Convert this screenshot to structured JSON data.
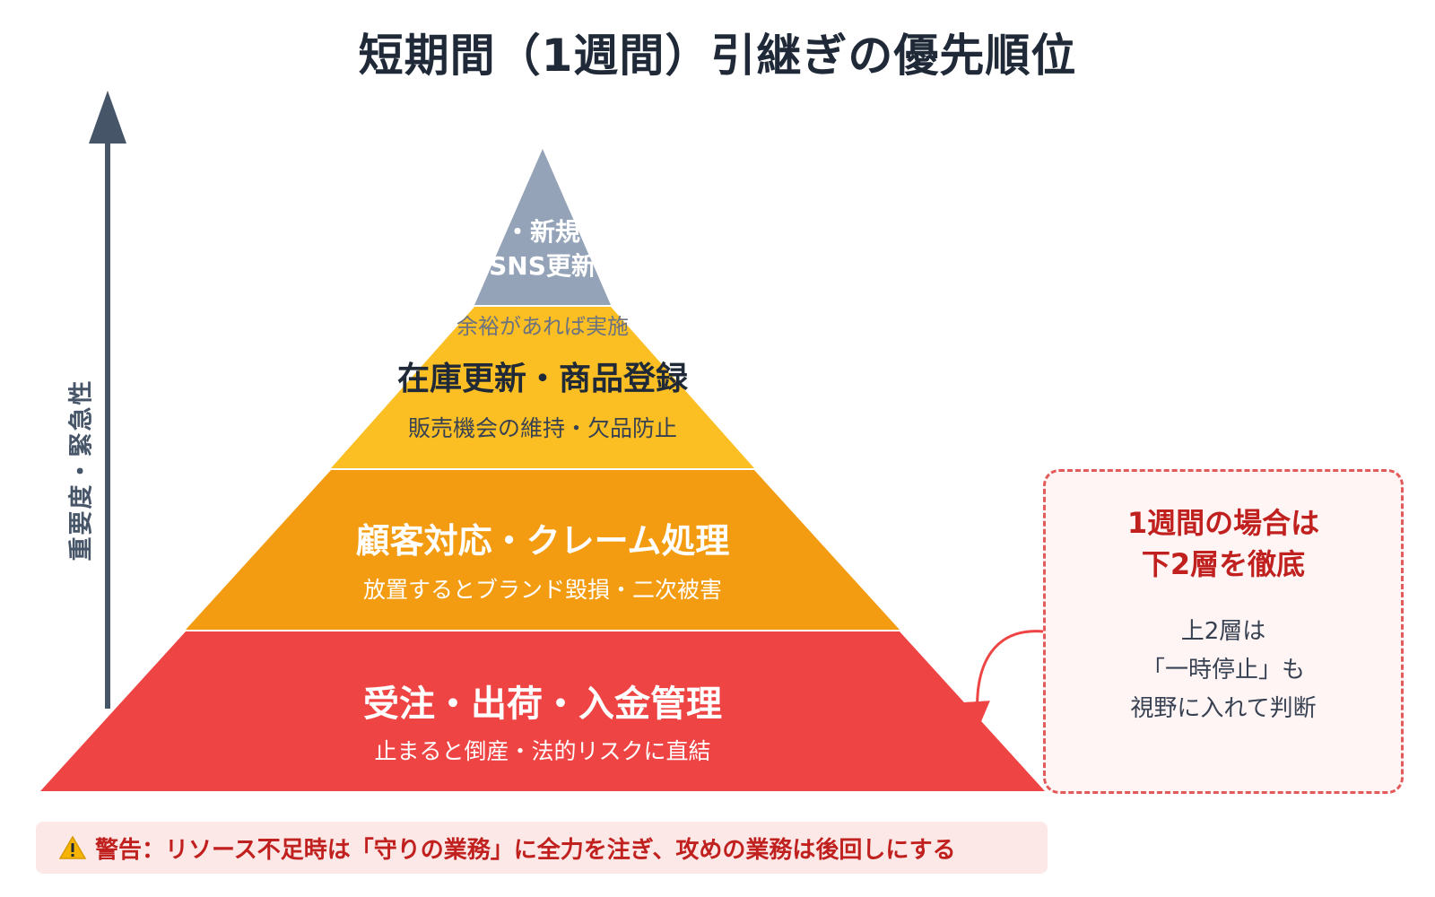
{
  "title": "短期間（1週間）引継ぎの優先順位",
  "axis_label": "重要度・緊急性",
  "tiers": [
    {
      "name": "受注・出荷・入金管理",
      "desc": "止まると倒産・法的リスクに直結",
      "color": "#ef4444"
    },
    {
      "name": "顧客対応・クレーム処理",
      "desc": "放置するとブランド毀損・二次被害",
      "color": "#f39c12"
    },
    {
      "name": "在庫更新・商品登録",
      "desc": "販売機会の維持・欠品防止",
      "color": "#fbbf24"
    },
    {
      "name_line1": "・新規",
      "name_line2": "SNS更新",
      "desc": "余裕があれば実施",
      "color": "#94a3b8"
    }
  ],
  "note": {
    "title": "1週間の場合は\n下2層を徹底",
    "body": "上2層は\n「一時停止」も\n視野に入れて判断"
  },
  "warning": {
    "icon": "warning-icon",
    "text": "警告：リソース不足時は「守りの業務」に全力を注ぎ、攻めの業務は後回しにする"
  },
  "colors": {
    "title": "#1f2937",
    "axis": "#475569",
    "note_border": "#e35a5a",
    "warning_text": "#c0201e"
  }
}
